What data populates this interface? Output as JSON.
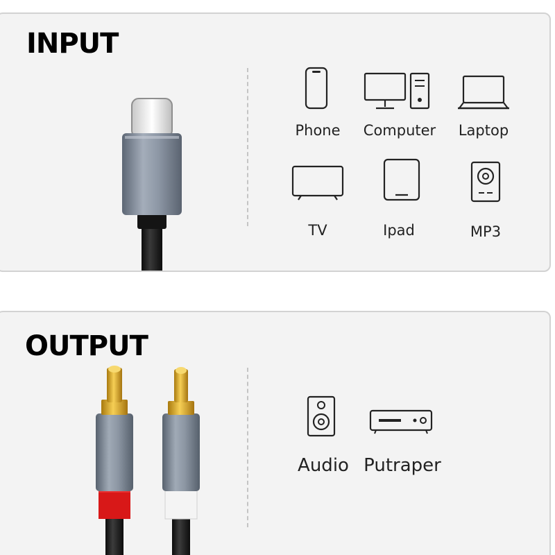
{
  "input": {
    "heading": "INPUT",
    "devices": [
      {
        "label": "Phone",
        "icon": "phone-icon"
      },
      {
        "label": "Computer",
        "icon": "computer-icon"
      },
      {
        "label": "Laptop",
        "icon": "laptop-icon"
      },
      {
        "label": "TV",
        "icon": "tv-icon"
      },
      {
        "label": "Ipad",
        "icon": "tablet-icon"
      },
      {
        "label": "MP3",
        "icon": "mp3-player-icon"
      }
    ]
  },
  "output": {
    "heading": "OUTPUT",
    "devices": [
      {
        "label": "Audio",
        "icon": "speaker-icon"
      },
      {
        "label": "Putraper",
        "icon": "amplifier-icon"
      }
    ]
  },
  "colors": {
    "panel_bg": "#f3f3f3",
    "panel_border": "#d2d2d2",
    "connector_metal": "#7a8595",
    "gold_tip": "#d9a520",
    "rca_red": "#e01b1b",
    "rca_white": "#f2f2f2",
    "cable": "#1a1a1a"
  }
}
